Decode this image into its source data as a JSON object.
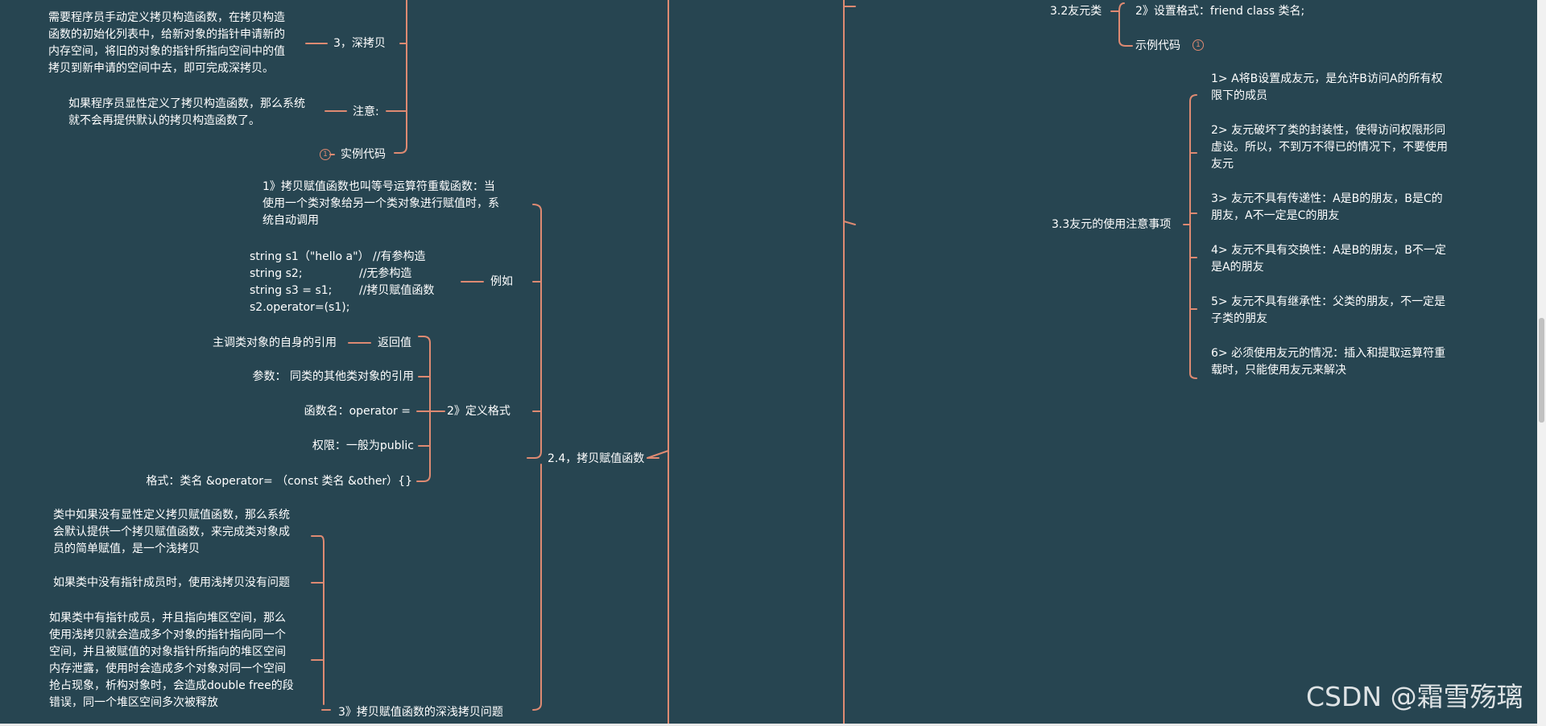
{
  "left": {
    "deep_copy_desc": "需要程序员手动定义拷贝构造函数，在拷贝构造\n函数的初始化列表中，给新对象的指针申请新的\n内存空间，将旧的对象的指针所指向空间中的值\n拷贝到新申请的空间中去，即可完成深拷贝。",
    "deep_copy_label": "3，深拷贝",
    "note_desc": "如果程序员显性定义了拷贝构造函数，那么系统\n就不会再提供默认的拷贝构造函数了。",
    "note_label": "注意:",
    "example_code_1": "实例代码",
    "assign_intro": "1》拷贝赋值函数也叫等号运算符重载函数：当\n使用一个类对象给另一个类对象进行赋值时，系\n统自动调用",
    "code_lines": [
      "string s1（\"hello a\"）  //有参构造",
      "string s2;",
      "//无参构造",
      "string s3 = s1;",
      "//拷贝赋值函数",
      "s2.operator=(s1);"
    ],
    "example_label": "例如",
    "return_value_desc": "主调类对象的自身的引用",
    "return_value_label": "返回值",
    "params": "参数： 同类的其他类对象的引用",
    "func_name": "函数名：operator =",
    "access": "权限：一般为public",
    "format": "格式：类名 &operator=  （const 类名 &other）{}",
    "define_format_label": "2》定义格式",
    "copy_assign_label": "2.4，拷贝赋值函数",
    "shallow_1": "类中如果没有显性定义拷贝赋值函数，那么系统\n会默认提供一个拷贝赋值函数，来完成类对象成\n员的简单赋值，是一个浅拷贝",
    "shallow_2": "如果类中没有指针成员时，使用浅拷贝没有问题",
    "shallow_3": "如果类中有指针成员，并且指向堆区空间，那么\n使用浅拷贝就会造成多个对象的指针指向同一个\n空间，并且被赋值的对象指针所指向的堆区空间\n内存泄露，使用时会造成多个对象对同一个空间\n抢占现象，析构对象时，会造成double free的段\n错误，同一个堆区空间多次被释放",
    "deep_shallow_label": "3》拷贝赋值函数的深浅拷贝问题"
  },
  "right": {
    "friend_class_label": "3.2友元类",
    "friend_class_format": "2》设置格式：friend class 类名;",
    "example_code_2": "示例代码",
    "notes_label": "3.3友元的使用注意事项",
    "notes": [
      "1>    A将B设置成友元，是允许B访问A的所有权\n限下的成员",
      "2>    友元破坏了类的封装性，使得访问权限形同\n虚设。所以，不到万不得已的情况下，不要使用\n友元",
      "3>    友元不具有传递性：A是B的朋友，B是C的\n朋友，A不一定是C的朋友",
      "4>    友元不具有交换性：A是B的朋友，B不一定\n是A的朋友",
      "5>    友元不具有继承性：父类的朋友，不一定是\n子类的朋友",
      "6>    必须使用友元的情况：插入和提取运算符重\n载时，只能使用友元来解决"
    ]
  },
  "icons": {
    "attachment": "1"
  },
  "watermark": "CSDN @霜雪殇璃",
  "colors": {
    "background": "#274551",
    "branch": "#de8a72",
    "text": "#ffffff"
  }
}
